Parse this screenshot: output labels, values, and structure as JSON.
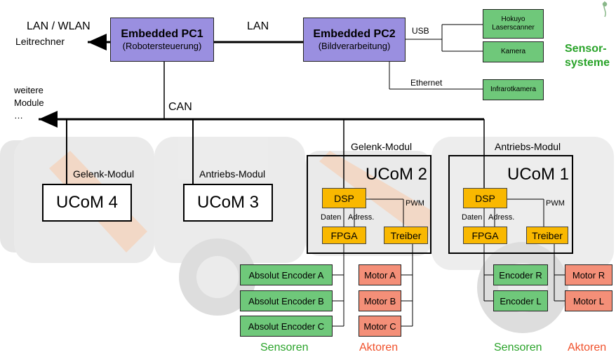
{
  "top": {
    "lan_wlan": "LAN / WLAN",
    "leitrechner": "Leitrechner",
    "lan": "LAN",
    "usb": "USB",
    "ethernet": "Ethernet",
    "can": "CAN",
    "weitere": "weitere",
    "module": "Module",
    "dots": "…"
  },
  "pc1": {
    "title": "Embedded PC1",
    "sub": "(Robotersteuerung)"
  },
  "pc2": {
    "title": "Embedded PC2",
    "sub": "(Bildverarbeitung)"
  },
  "sensors_top": {
    "hokuyo_line1": "Hokuyo",
    "hokuyo_line2": "Laserscanner",
    "kamera": "Kamera",
    "infrarot": "Infrarotkamera",
    "label_line1": "Sensor-",
    "label_line2": "systeme"
  },
  "modules": {
    "m4_label": "Gelenk-Modul",
    "m4_name": "UCoM 4",
    "m3_label": "Antriebs-Modul",
    "m3_name": "UCoM 3",
    "m2_label": "Gelenk-Modul",
    "m2_name": "UCoM 2",
    "m1_label": "Antriebs-Modul",
    "m1_name": "UCoM 1"
  },
  "chips": {
    "dsp": "DSP",
    "fpga": "FPGA",
    "treiber": "Treiber",
    "pwm": "PWM",
    "daten": "Daten",
    "adress": "Adress."
  },
  "io": {
    "enc_a": "Absolut Encoder A",
    "enc_b": "Absolut Encoder B",
    "enc_c": "Absolut Encoder C",
    "motor_a": "Motor A",
    "motor_b": "Motor B",
    "motor_c": "Motor C",
    "enc_r": "Encoder R",
    "enc_l": "Encoder L",
    "motor_r": "Motor R",
    "motor_l": "Motor L",
    "sensoren": "Sensoren",
    "aktoren": "Aktoren"
  },
  "colors": {
    "pc": "#9a8fe0",
    "sensor": "#6fc87a",
    "actor": "#f48f78",
    "chip": "#f9b800",
    "sensor_text": "#29a329",
    "actor_text": "#f0502a"
  }
}
